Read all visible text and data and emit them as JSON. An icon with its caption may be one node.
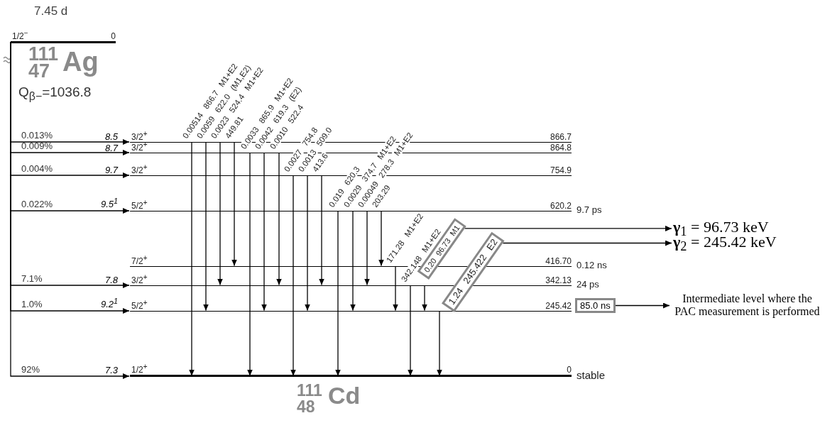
{
  "diagram": {
    "nodes": [
      {
        "text": [
          "1/2$^{−}$",
          "0"
        ],
        "beside": [
          "7.45 d"
        ]
      },
      {
        "text": [
          "3/2$^{+}$",
          "866.7"
        ]
      },
      {
        "text": [
          "3/2$^{+}$",
          "864.8"
        ]
      },
      {
        "text": [
          "3/2$^{+}$",
          "754.9"
        ]
      },
      {
        "text": [
          "5/2$^{+}$",
          "620.2"
        ],
        "beside": [
          "9.7 ps"
        ]
      },
      {
        "text": [
          "7/2$^{+}$",
          "416.70"
        ],
        "beside": [
          "0.12 ns"
        ]
      },
      {
        "text": [
          "3/2$^{+}$",
          "342.13"
        ],
        "beside": [
          "24 ps"
        ]
      },
      {
        "text": [
          "5/2$^{+}$",
          "245.42"
        ]
      },
      {
        "text": [
          "1/2$^{+}$",
          "0"
        ],
        "beside": [
          "stable"
        ]
      },
      {
        "text": [
          "0.20 96.73 M1"
        ]
      },
      {
        "text": [
          "1.24 245.422 E2"
        ]
      },
      {
        "text": [
          "85.0 ns"
        ]
      },
      {
        "text": [
          "**γ**$_{1}$ = 96.73 keV"
        ]
      },
      {
        "text": [
          "**γ**$_{2}$ = 245.42 keV"
        ]
      },
      {
        "text": [
          "Intermediate level where the PAC measurement is performed"
        ]
      }
    ],
    "edges": [
      {
        "from": 0,
        "to": 1,
        "arrow": "to",
        "label": "0.013%"
      },
      {
        "from": 0,
        "to": 2,
        "arrow": "to",
        "label": "0.009%"
      },
      {
        "from": 0,
        "to": 3,
        "arrow": "to",
        "label": "0.004%"
      },
      {
        "from": 0,
        "to": 4,
        "arrow": "to",
        "label": "0.022%"
      },
      {
        "from": 0,
        "to": 6,
        "arrow": "to",
        "label": "7.1%"
      },
      {
        "from": 0,
        "to": 7,
        "arrow": "to",
        "label": "1.0%"
      },
      {
        "from": 0,
        "to": 8,
        "arrow": "to",
        "label": "92%"
      },
      {
        "from": 1,
        "to": 8,
        "arrow": "to",
        "label": "0.00514 866.7 M1+E2"
      },
      {
        "from": 1,
        "to": 7,
        "arrow": "to",
        "label": "0.0059 622.0 (M1,E2)"
      },
      {
        "from": 1,
        "to": 6,
        "arrow": "to",
        "label": "0.0023 524.4 M1+E2"
      },
      {
        "from": 1,
        "to": 5,
        "arrow": "to",
        "label": "449.81"
      },
      {
        "from": 2,
        "to": 8,
        "arrow": "to",
        "label": "0.0033 865.9 M1+E2"
      },
      {
        "from": 2,
        "to": 7,
        "arrow": "to",
        "label": "0.0042 619.3 (E2)"
      },
      {
        "from": 2,
        "to": 6,
        "arrow": "to",
        "label": "0.0010 522.4"
      },
      {
        "from": 3,
        "to": 8,
        "arrow": "to",
        "label": "0.0027 754.8"
      },
      {
        "from": 3,
        "to": 7,
        "arrow": "to",
        "label": "0.0013 509.0"
      },
      {
        "from": 3,
        "to": 6,
        "arrow": "to",
        "label": "413.6"
      },
      {
        "from": 4,
        "to": 8,
        "arrow": "to",
        "label": "0.019 620.3"
      },
      {
        "from": 4,
        "to": 7,
        "arrow": "to",
        "label": "0.0029 374.7 M1+E2"
      },
      {
        "from": 4,
        "to": 6,
        "arrow": "to",
        "label": "0.00049 278.3 M1+E2"
      },
      {
        "from": 4,
        "to": 5,
        "arrow": "to",
        "label": "203.29"
      },
      {
        "from": 5,
        "to": 7,
        "arrow": "to",
        "label": "171.28 M1+E2"
      },
      {
        "from": 6,
        "to": 8,
        "arrow": "to",
        "label": "342.148 M1+E2"
      },
      {
        "from": 6,
        "to": 7,
        "arrow": "to"
      },
      {
        "from": 7,
        "to": 8,
        "arrow": "to"
      },
      {
        "from": 9,
        "to": 12,
        "arrow": "to"
      },
      {
        "from": 10,
        "to": 13,
        "arrow": "to"
      },
      {
        "from": 11,
        "to": 14,
        "arrow": "to"
      }
    ],
    "labels": [
      "111",
      "47",
      "Ag",
      "Q$_{β−}$=1036.8",
      "8.5",
      "8.7",
      "9.7",
      "9.5$^{1}$",
      "7.8",
      "9.2$^{1}$",
      "7.3",
      "111",
      "48",
      "Cd"
    ]
  }
}
